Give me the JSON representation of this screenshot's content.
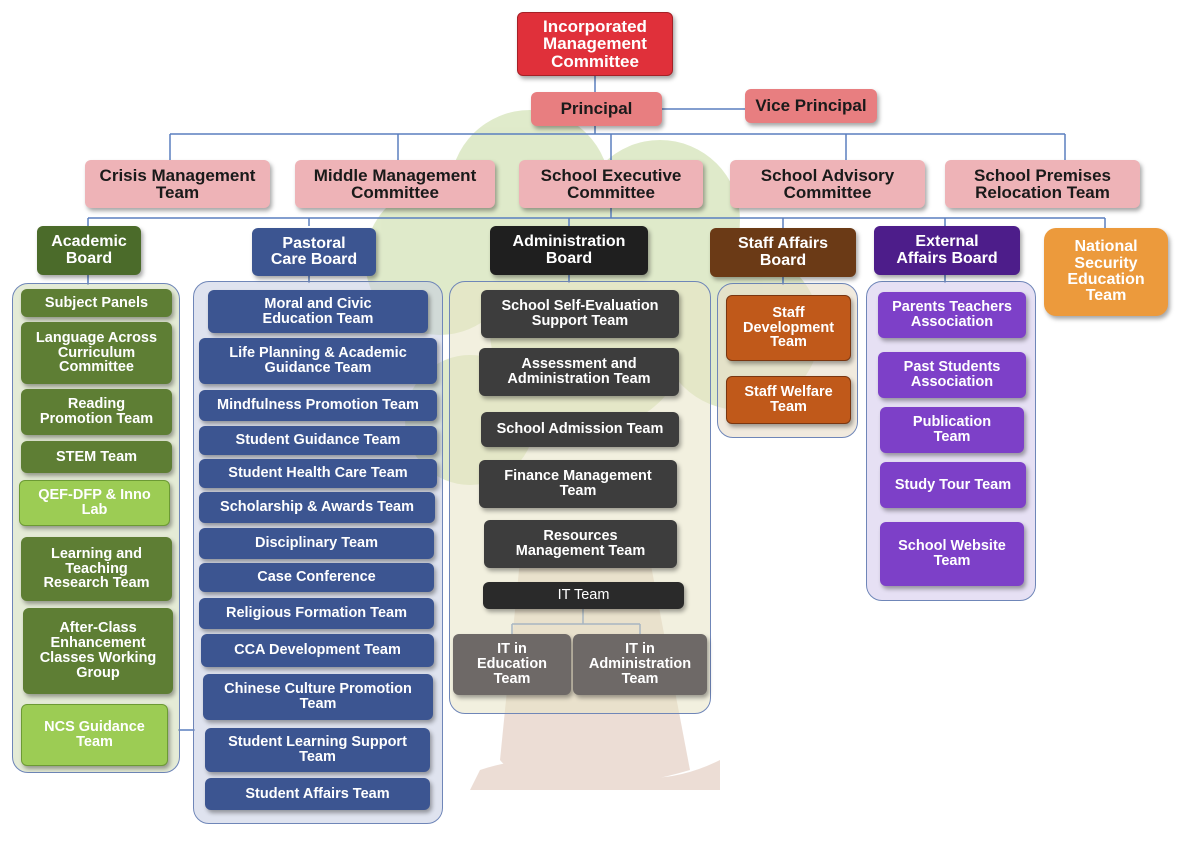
{
  "colors": {
    "committee": "#e0303a",
    "principal": "#e87e80",
    "tier2": "#eeb3b7",
    "academic": "#4b6b2a",
    "academic_light": "#9ccc54",
    "pastoral": "#3c5591",
    "admin": "#1f1f1f",
    "admin_team": "#3d3d3d",
    "it_sub": "#6e6967",
    "staff": "#c0591a",
    "staff_board": "#6b3a16",
    "external": "#7d40c8",
    "external_board": "#4d1d8a",
    "nse": "#ec9a3c"
  },
  "top": {
    "committee": "Incorporated\nManagement\nCommittee",
    "principal": "Principal",
    "vice_principal": "Vice Principal"
  },
  "tier2": [
    "Crisis Management\nTeam",
    "Middle Management\nCommittee",
    "School Executive\nCommittee",
    "School Advisory\nCommittee",
    "School Premises\nRelocation Team"
  ],
  "boards": {
    "academic": "Academic\nBoard",
    "pastoral": "Pastoral\nCare Board",
    "administration": "Administration\nBoard",
    "staff": "Staff Affairs\nBoard",
    "external": "External\nAffairs Board",
    "nse": "National\nSecurity\nEducation\nTeam"
  },
  "academic_teams": [
    "Subject Panels",
    "Language Across\nCurriculum\nCommittee",
    "Reading\nPromotion Team",
    "STEM Team",
    "QEF-DFP & Inno\nLab",
    "Learning and\nTeaching\nResearch Team",
    "After-Class\nEnhancement\nClasses Working\nGroup",
    "NCS Guidance\nTeam"
  ],
  "pastoral_teams": [
    "Moral and Civic\nEducation Team",
    "Life Planning & Academic\nGuidance Team",
    "Mindfulness Promotion Team",
    "Student Guidance Team",
    "Student Health Care Team",
    "Scholarship & Awards Team",
    "Disciplinary Team",
    "Case Conference",
    "Religious Formation Team",
    "CCA Development Team",
    "Chinese Culture Promotion\nTeam",
    "Student Learning Support\nTeam",
    "Student Affairs Team"
  ],
  "admin_teams": [
    "School Self-Evaluation\nSupport Team",
    "Assessment and\nAdministration Team",
    "School Admission Team",
    "Finance Management\nTeam",
    "Resources\nManagement Team",
    "IT Team"
  ],
  "it_subteams": [
    "IT in\nEducation\nTeam",
    "IT in\nAdministration\nTeam"
  ],
  "staff_teams": [
    "Staff\nDevelopment\nTeam",
    "Staff Welfare\nTeam"
  ],
  "external_teams": [
    "Parents Teachers\nAssociation",
    "Past Students\nAssociation",
    "Publication\nTeam",
    "Study Tour Team",
    "School Website\nTeam"
  ]
}
